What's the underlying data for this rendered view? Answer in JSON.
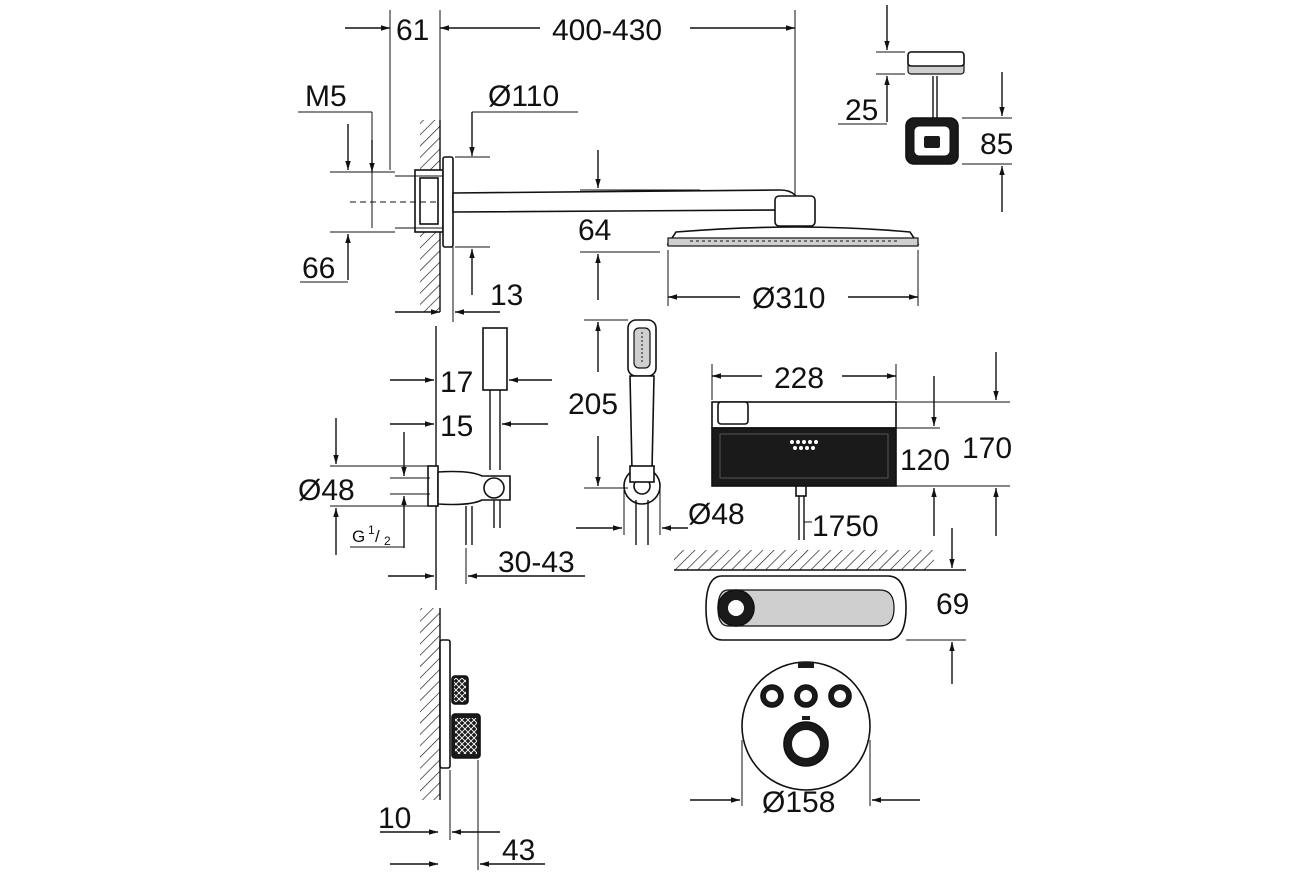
{
  "dimensions": {
    "d61": "61",
    "d400_430": "400-430",
    "m5": "M5",
    "d110": "Ø110",
    "d64": "64",
    "d66": "66",
    "d13": "13",
    "d310": "Ø310",
    "d25": "25",
    "d85": "85",
    "d17": "17",
    "d15": "15",
    "d48_left": "Ø48",
    "g_thread_main": "G",
    "g_thread_num": "1",
    "g_thread_sep": "/",
    "g_thread_den": "2",
    "d30_43": "30-43",
    "d205": "205",
    "d48_hand": "Ø48",
    "d228": "228",
    "d120": "120",
    "d170": "170",
    "d1750": "1750",
    "d69": "69",
    "d158": "Ø158",
    "d10": "10",
    "d43": "43"
  }
}
